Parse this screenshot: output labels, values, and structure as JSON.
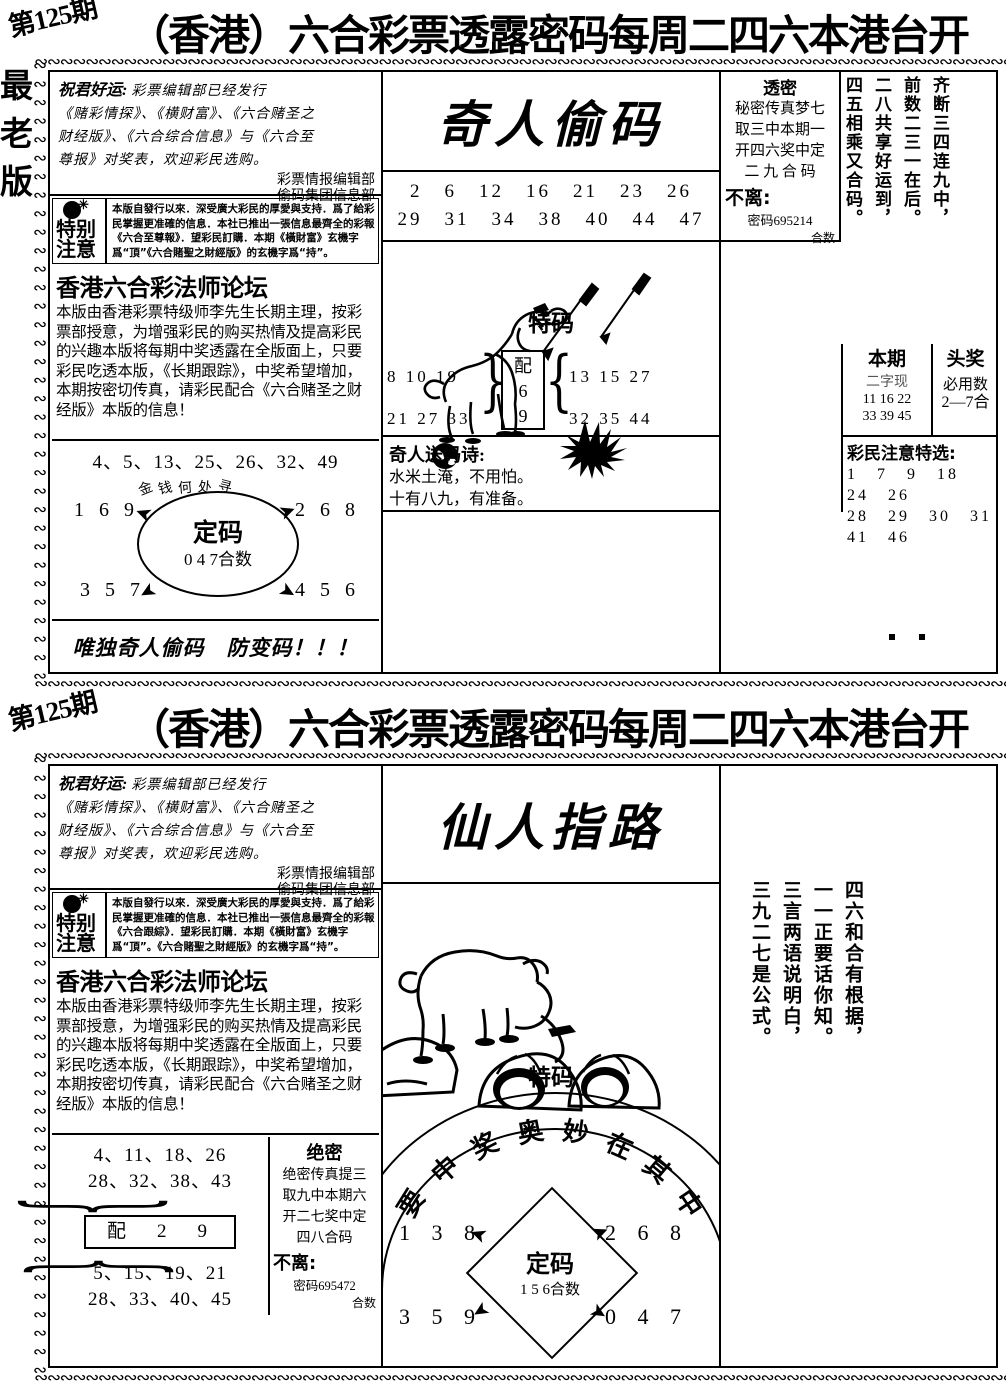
{
  "ornament_unit": "∾",
  "pages": [
    {
      "masthead": {
        "issue": "第125期",
        "headline": "（香港）六合彩票透露密码每周二四六本港台开"
      },
      "side_label": "最老版",
      "greeting": {
        "lead": "祝君好运:",
        "line1": "彩票编辑部已经发行",
        "line2": "《赌彩情探》、《横财富》、《六合赌圣之",
        "line3": "财经版》、《六合综合信息》与《六合至",
        "line4": "尊报》对奖表，欢迎彩民选购。",
        "sign1": "彩票情报编辑部",
        "sign2": "偷码集团信息部"
      },
      "notice": {
        "label_line1": "特别",
        "label_line2": "注意",
        "text": "本版自發行以來．深受廣大彩民的厚愛與支持．爲了給彩民掌握更准確的信息．本社已推出一張信息最齊全的彩報《六合至尊報》．望彩民訂購．本期《橫財富》玄機字爲“頂”《六合賭聖之財經版》的玄機字爲“持”。"
      },
      "forum": {
        "title": "香港六合彩法师论坛",
        "body": "本版由香港彩票特级师李先生长期主理，按彩票部授意，为增强彩民的购买热情及提高彩民的兴趣本版将每期中奖透露在全版面上，只要彩民吃透本版，《长期跟踪》，中奖希望增加，本期按密切传真，请彩民配合《六合赌圣之财经版》本版的信息！"
      },
      "numbers_top": "4、5、13、25、26、32、49",
      "arc_word": "金钱何处寻",
      "oval": {
        "title": "定码",
        "sub": "0 4 7合数"
      },
      "corners": {
        "top_left": "1 6 9",
        "top_right": "2 6 8",
        "bottom_left": "3 5 7",
        "bottom_right": "4 5 6"
      },
      "tagline": "唯独奇人偷码　防变码！！！",
      "big_title": "奇人偷码",
      "number_rows": [
        "2　6　12　16　21　23　26",
        "29　31　34　38　40　44　47"
      ],
      "tema_label": "特码",
      "pair": {
        "left_row1": "8  10  19",
        "left_row2": "21  27  33",
        "box_label": "配",
        "box_digits": [
          "6",
          "9"
        ],
        "right_row1": "13  15  27",
        "right_row2": "32   35   44"
      },
      "poem_bottom": {
        "title": "奇人送码诗:",
        "line1": "水米土淹，不用怕。",
        "line2": "十有八九，有准备。"
      },
      "toumi": {
        "header": "透密",
        "lines": [
          "秘密传真梦七",
          "取三中本期一",
          "开四六奖中定",
          "二 九 合 码"
        ],
        "bold": "不离:",
        "code": "密码695214",
        "hs": "合数"
      },
      "vertical_poem": [
        "齐断三四连九中，",
        "前数二三一在后。",
        "二八共享好运到，",
        "四五相乘又合码。"
      ],
      "benqi": {
        "header": "本期",
        "sub": "二字现",
        "row1": "11  16  22",
        "row2": "33  39  45"
      },
      "touojiang": {
        "header": "头奖",
        "line1": "必用数",
        "line2": "2—7合"
      },
      "select": {
        "header": "彩民注意特选:",
        "row1": "1　7　9　18　24　26",
        "row2": "28　29　30　31　41　46"
      },
      "illustration": "dog-with-arrows"
    },
    {
      "masthead": {
        "issue": "第125期",
        "headline": "（香港）六合彩票透露密码每周二四六本港台开"
      },
      "side_label": "",
      "greeting": {
        "lead": "祝君好运:",
        "line1": "彩票编辑部已经发行",
        "line2": "《赌彩情探》、《横财富》、《六合赌圣之",
        "line3": "财经版》、《六合综合信息》与《六合至",
        "line4": "尊报》对奖表，欢迎彩民选购。",
        "sign1": "彩票情报编辑部",
        "sign2": "偷码集团信息部"
      },
      "notice": {
        "label_line1": "特别",
        "label_line2": "注意",
        "text": "本版自發行以來．深受廣大彩民的厚愛與支持．爲了給彩民掌握更准確的信息．本社已推出一張信息最齊全的彩報《六合跟綜》．望彩民訂購．本期《橫財富》玄機字爲“頂”。《六合賭聖之財經版》的玄機字爲“持”。"
      },
      "forum": {
        "title": "香港六合彩法师论坛",
        "body": "本版由香港彩票特级师李先生长期主理，按彩票部授意，为增强彩民的购买热情及提高彩民的兴趣本版将每期中奖透露在全版面上，只要彩民吃透本版，《长期跟踪》，中奖希望增加，本期按密切传真，请彩民配合《六合赌圣之财经版》本版的信息！"
      },
      "numbers_upper": [
        "4、11、18、26",
        "28、32、38、43"
      ],
      "pei_box": "配　2　9",
      "numbers_lower": [
        "5、15、19、21",
        "28、33、40、45"
      ],
      "juemi": {
        "header": "绝密",
        "lines": [
          "绝密传真提三",
          "取九中本期六",
          "开二七奖中定",
          "四八合码"
        ],
        "bold": "不离:",
        "code": "密码695472",
        "hs": "合数"
      },
      "big_title": "仙人指路",
      "vertical_poem": [
        "四六和合有根据，",
        "一一正要话你知。",
        "三言两语说明白，",
        "三九二七是公式。"
      ],
      "tema_label": "特码",
      "arc_text": "要中奖奥妙在其中",
      "diamond": {
        "title": "定码",
        "sub": "1 5 6合数"
      },
      "corners": {
        "top_left": "1 3 8",
        "top_right": "2 6 8",
        "bottom_left": "3 5 9",
        "bottom_right": "0 4 7"
      },
      "illustration": "ox-with-rocks"
    }
  ]
}
